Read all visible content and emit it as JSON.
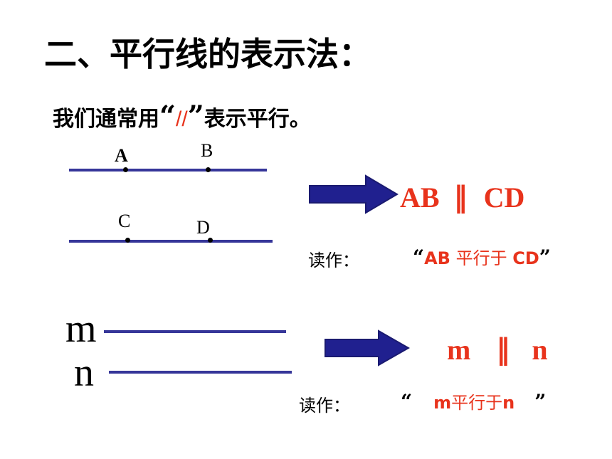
{
  "title": "二、平行线的表示法：",
  "intro": {
    "prefix": "我们通常用",
    "open_quote": "“",
    "symbol": "//",
    "close_quote": "”",
    "suffix": "表示平行。"
  },
  "example1": {
    "points": {
      "a": "A",
      "b": "B",
      "c": "C",
      "d": "D"
    },
    "result": {
      "left": "AB",
      "symbol": "∥",
      "right": "CD"
    },
    "reading_label": "读作：",
    "reading": {
      "open_quote": "“",
      "left": "AB",
      "middle": " 平行于 ",
      "right": "CD",
      "close_quote": "”"
    }
  },
  "example2": {
    "labels": {
      "m": "m",
      "n": "n"
    },
    "result": {
      "left": "m",
      "symbol": "∥",
      "right": "n"
    },
    "reading_label": "读作：",
    "reading": {
      "open_quote": "“",
      "left": "m",
      "middle": "平行于",
      "right": "n",
      "close_quote": "”"
    }
  },
  "colors": {
    "line": "#363699",
    "accent": "#e8331c",
    "arrow": "#20208f"
  }
}
